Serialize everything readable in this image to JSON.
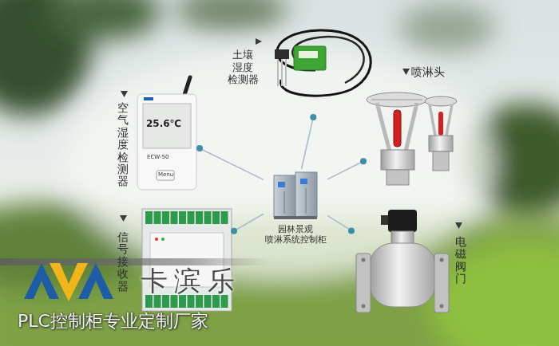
{
  "diagram": {
    "nodes": [
      {
        "text": [
          "土壤 湿度 检测器"
        ]
      },
      {
        "text": [
          "喷淋头"
        ]
      },
      {
        "text": [
          "空气湿度检测器"
        ]
      },
      {
        "text": [
          "园林景观 喷淋系统控制柜"
        ]
      },
      {
        "text": [
          "信号接收器"
        ]
      },
      {
        "text": [
          "电磁阀门"
        ]
      }
    ],
    "edges": [
      {
        "from": 3,
        "to": 0,
        "arrow": "none"
      },
      {
        "from": 3,
        "to": 1,
        "arrow": "none"
      },
      {
        "from": 3,
        "to": 2,
        "arrow": "none"
      },
      {
        "from": 3,
        "to": 4,
        "arrow": "none"
      },
      {
        "from": 3,
        "to": 5,
        "arrow": "none"
      }
    ],
    "labels": [
      "25.6℃",
      "ECW-50",
      "Menu",
      "卡滨乐",
      "PLC控制柜专业定制厂家"
    ]
  }
}
